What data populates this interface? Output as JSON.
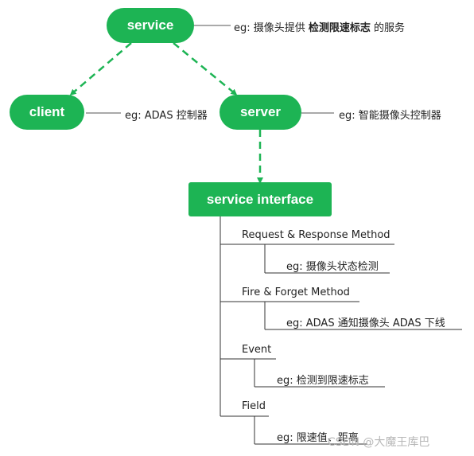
{
  "nodes": {
    "service": "service",
    "client": "client",
    "server": "server",
    "interface": "service interface"
  },
  "notes": {
    "service_prefix": "eg:  摄像头提供 ",
    "service_bold": "检测限速标志",
    "service_suffix": " 的服务",
    "client": "eg: ADAS 控制器",
    "server": "eg:  智能摄像头控制器"
  },
  "methods": [
    {
      "label": "Request & Response Method",
      "example": "eg: 摄像头状态检测"
    },
    {
      "label": "Fire & Forget Method",
      "example": "eg:  ADAS 通知摄像头 ADAS 下线"
    },
    {
      "label": "Event",
      "example": "eg: 检测到限速标志"
    },
    {
      "label": "Field",
      "example": "eg: 限速值、距离"
    }
  ],
  "watermark": "CSDN @大魔王库巴",
  "colors": {
    "accent": "#1db454",
    "line": "#333333"
  }
}
